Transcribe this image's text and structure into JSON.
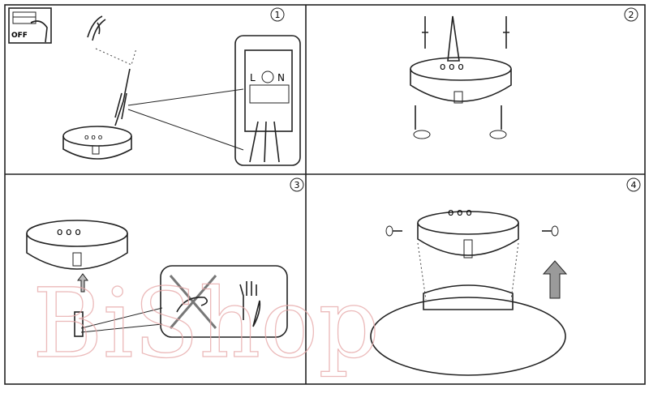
{
  "panels": [
    {
      "number": "1",
      "off_label": "OFF",
      "terminal_labels": [
        "L",
        "N"
      ]
    },
    {
      "number": "2"
    },
    {
      "number": "3"
    },
    {
      "number": "4"
    }
  ],
  "watermark": "BiShop",
  "colors": {
    "line": "#222222",
    "watermark": "#e7a9a9",
    "arrow_fill": "#9a9a9a"
  }
}
